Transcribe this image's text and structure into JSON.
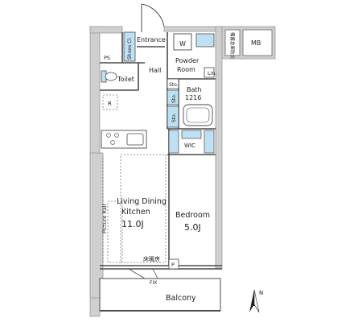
{
  "colors": {
    "wall": "#cfcfcf",
    "wall_stroke": "#9a9a9a",
    "line": "#4a4a4a",
    "accent_blue": "#bfe0f2",
    "fixture": "#ffffff"
  },
  "rooms": {
    "entrance": "Entrance",
    "shoes": "Shoes Cl.",
    "washer": "W",
    "powder": "Powder",
    "powder2": "Room",
    "ps": "PS",
    "toilet": "Toilet",
    "hall": "Hall",
    "sto1": "Sto.",
    "sto2": "Sto.",
    "sto3": "Sto.",
    "lin": "Lin.",
    "bath": "Bath",
    "bath_size": "1216",
    "refrig": "R",
    "wic": "WIC",
    "ldk1": "Living Dining",
    "ldk2": "Kitchen",
    "ldk_size": "11.0J",
    "picture_rail": "Picture Rail",
    "bedroom": "Bedroom",
    "bedroom_size": "5.0J",
    "floor_heating": "床暖房",
    "p": "P",
    "fix": "FIX",
    "balcony": "Balcony",
    "mb": "MB",
    "fire_storage": "備蓄倉庫防災",
    "north": "N"
  }
}
